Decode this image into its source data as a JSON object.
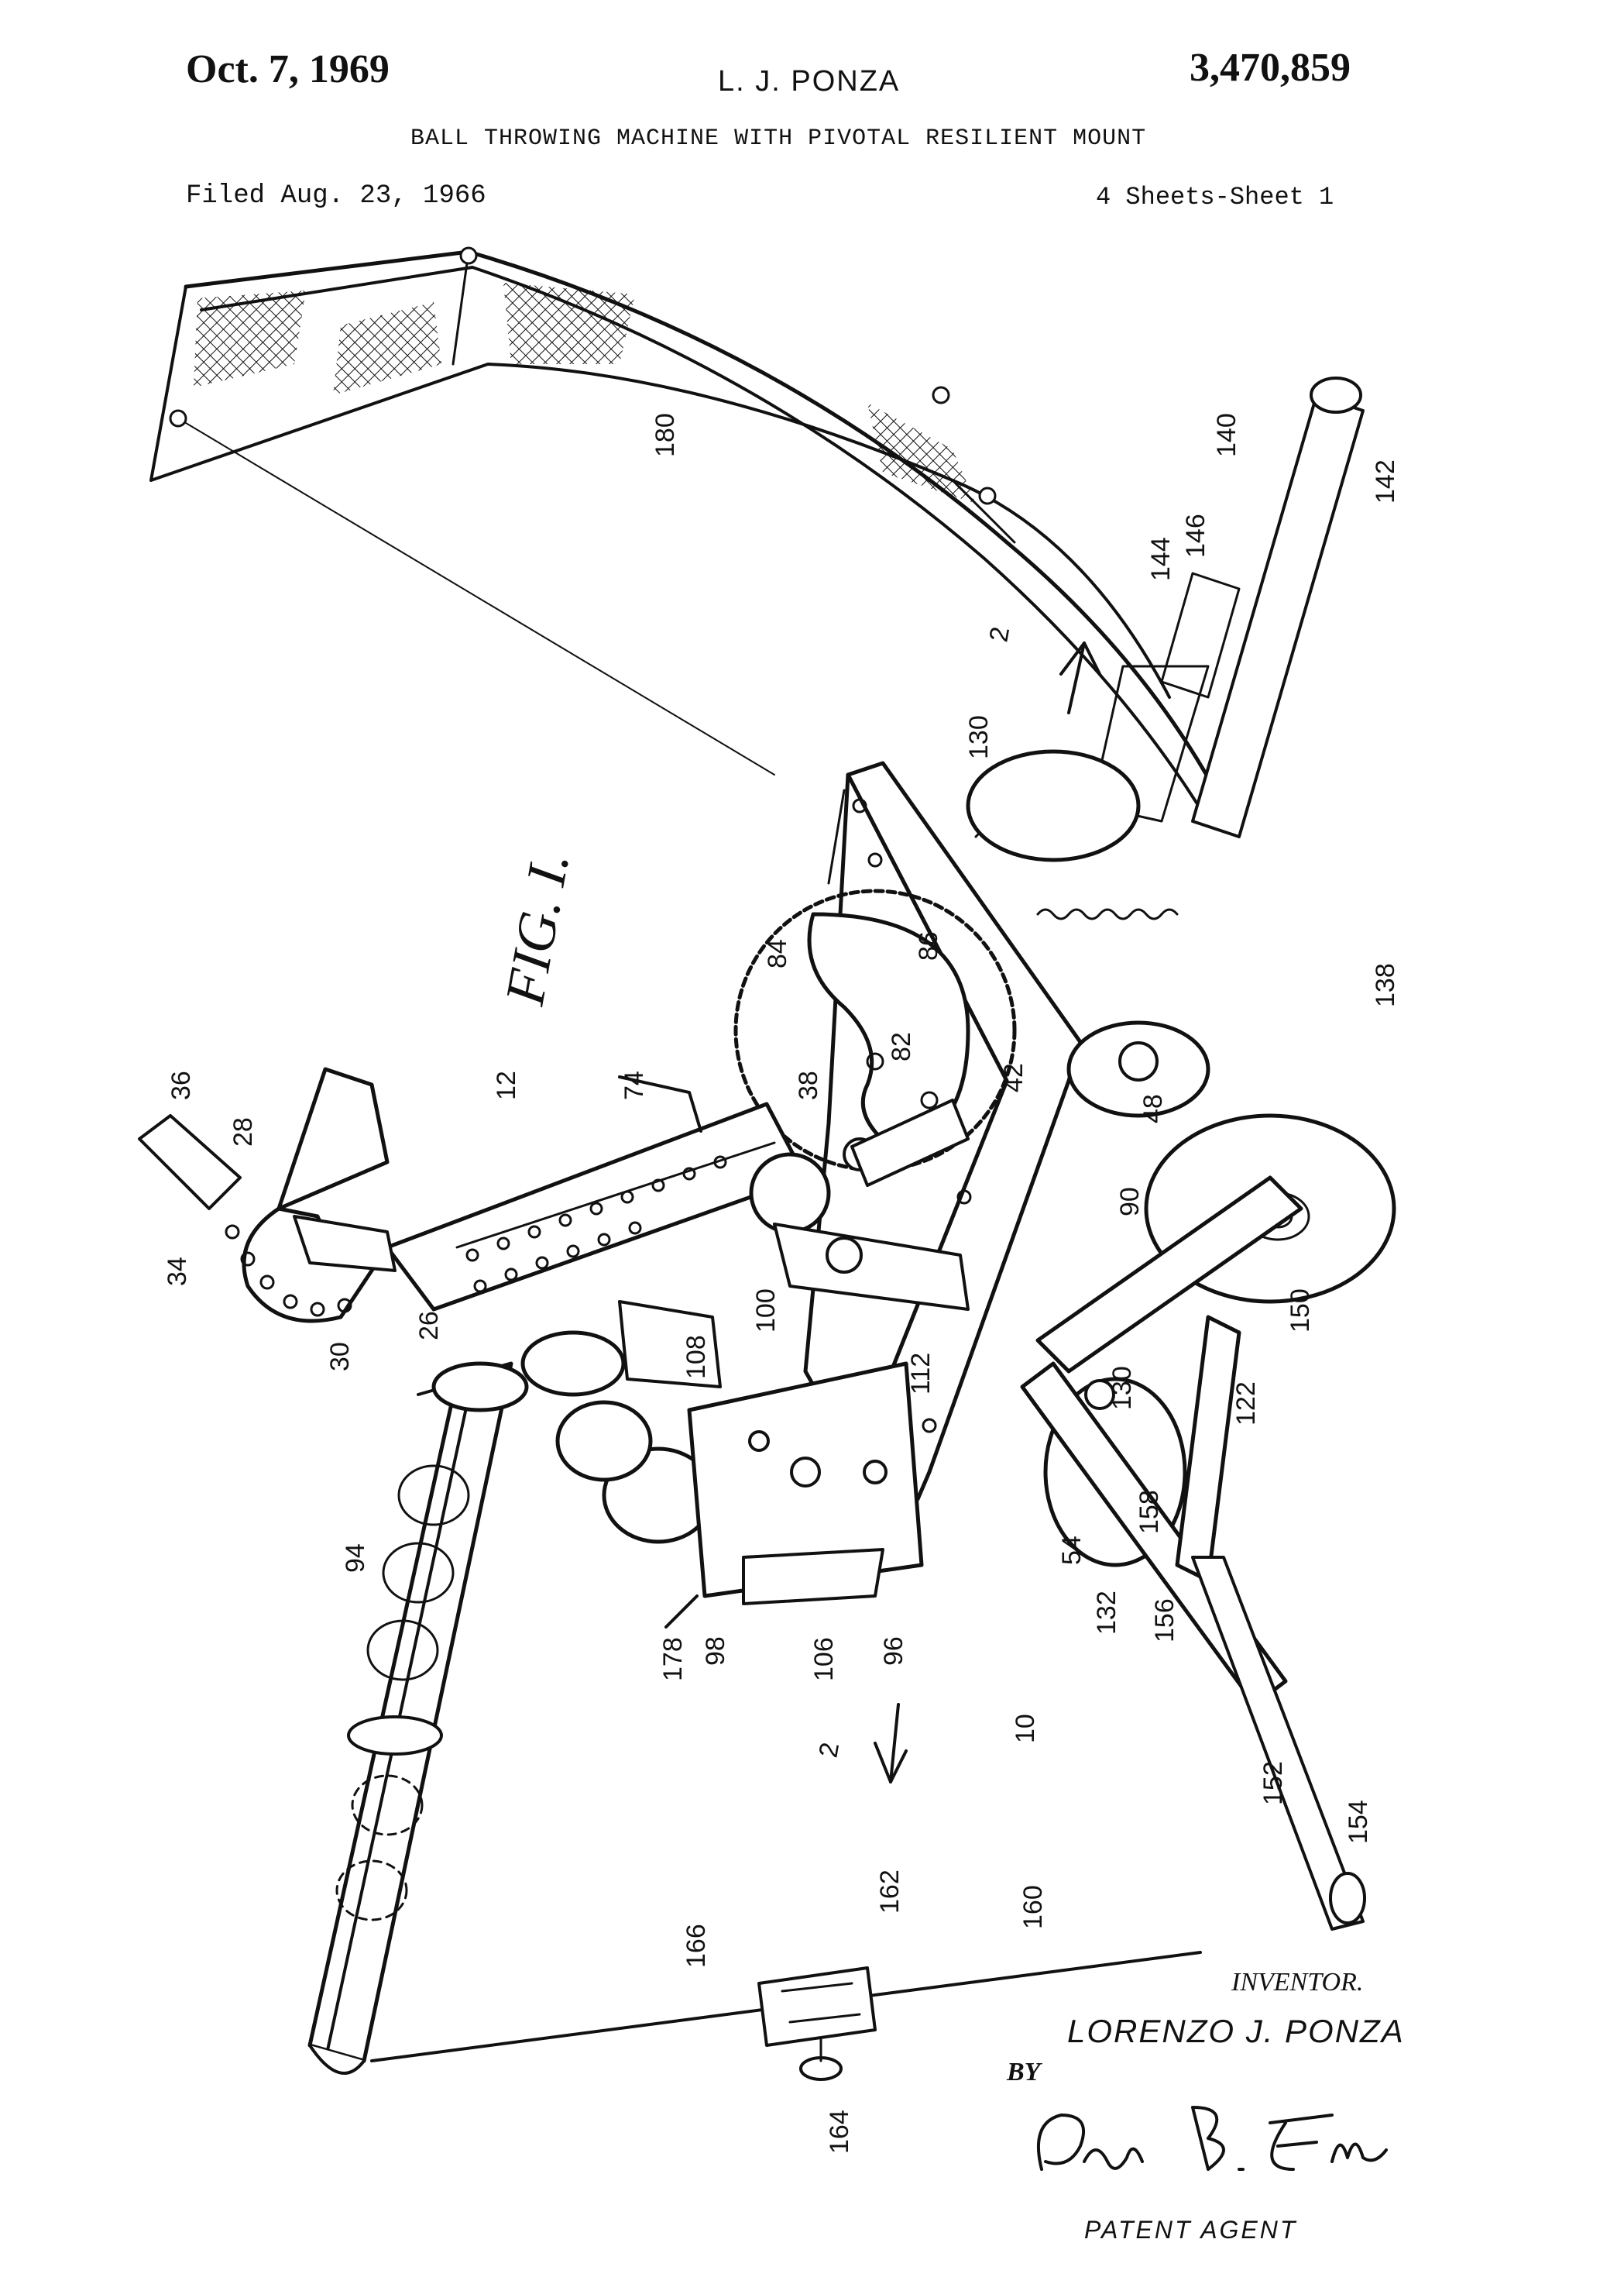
{
  "header": {
    "date": "Oct. 7, 1969",
    "inventor": "L. J. PONZA",
    "patent_number": "3,470,859",
    "title": "BALL THROWING MACHINE WITH PIVOTAL RESILIENT MOUNT",
    "filed": "Filed Aug. 23, 1966",
    "sheets": "4 Sheets-Sheet 1"
  },
  "figure": {
    "label": "FIG. I.",
    "section_marks": [
      "2",
      "2"
    ],
    "reference_numerals": [
      "180",
      "140",
      "142",
      "146",
      "144",
      "130",
      "138",
      "86",
      "84",
      "82",
      "74",
      "38",
      "42",
      "48",
      "12",
      "36",
      "28",
      "34",
      "30",
      "26",
      "90",
      "150",
      "100",
      "108",
      "112",
      "130",
      "122",
      "94",
      "54",
      "158",
      "132",
      "156",
      "96",
      "106",
      "98",
      "178",
      "10",
      "152",
      "154",
      "166",
      "162",
      "160",
      "164"
    ]
  },
  "signature_block": {
    "inventor_label": "INVENTOR.",
    "inventor_name": "LORENZO J. PONZA",
    "by": "BY",
    "signature": "Paul B. Fihe",
    "agent_label": "PATENT AGENT"
  }
}
